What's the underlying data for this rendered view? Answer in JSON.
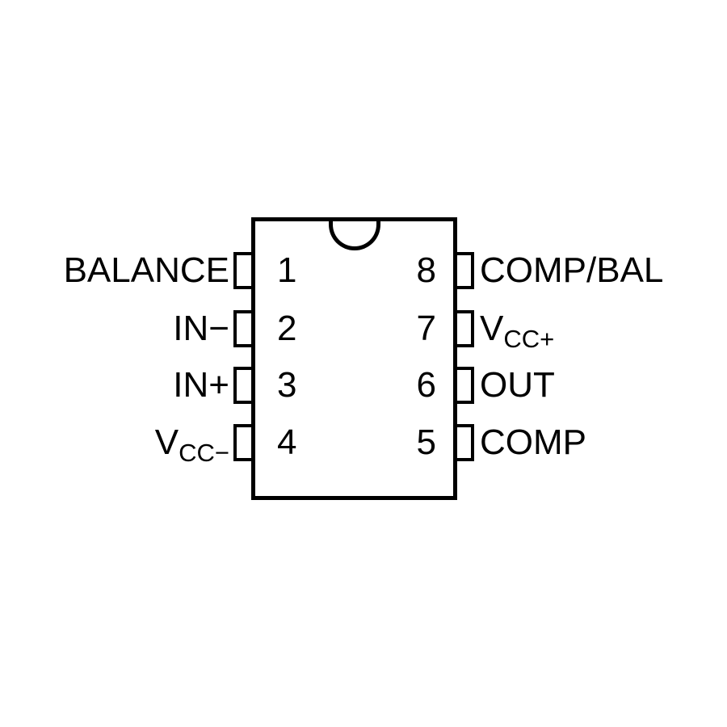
{
  "diagram": {
    "kind": "ic-pinout",
    "package": "8-pin dual in-line, top view",
    "ink_color": "#000000",
    "background_color": "#ffffff"
  },
  "pins": {
    "left": [
      {
        "number": "1",
        "label_main": "BALANCE",
        "label_sub": ""
      },
      {
        "number": "2",
        "label_main": "IN−",
        "label_sub": ""
      },
      {
        "number": "3",
        "label_main": "IN+",
        "label_sub": ""
      },
      {
        "number": "4",
        "label_main": "V",
        "label_sub": "CC−"
      }
    ],
    "right": [
      {
        "number": "8",
        "label_main": "COMP/BAL",
        "label_sub": ""
      },
      {
        "number": "7",
        "label_main": "V",
        "label_sub": "CC+"
      },
      {
        "number": "6",
        "label_main": "OUT",
        "label_sub": ""
      },
      {
        "number": "5",
        "label_main": "COMP",
        "label_sub": ""
      }
    ]
  }
}
